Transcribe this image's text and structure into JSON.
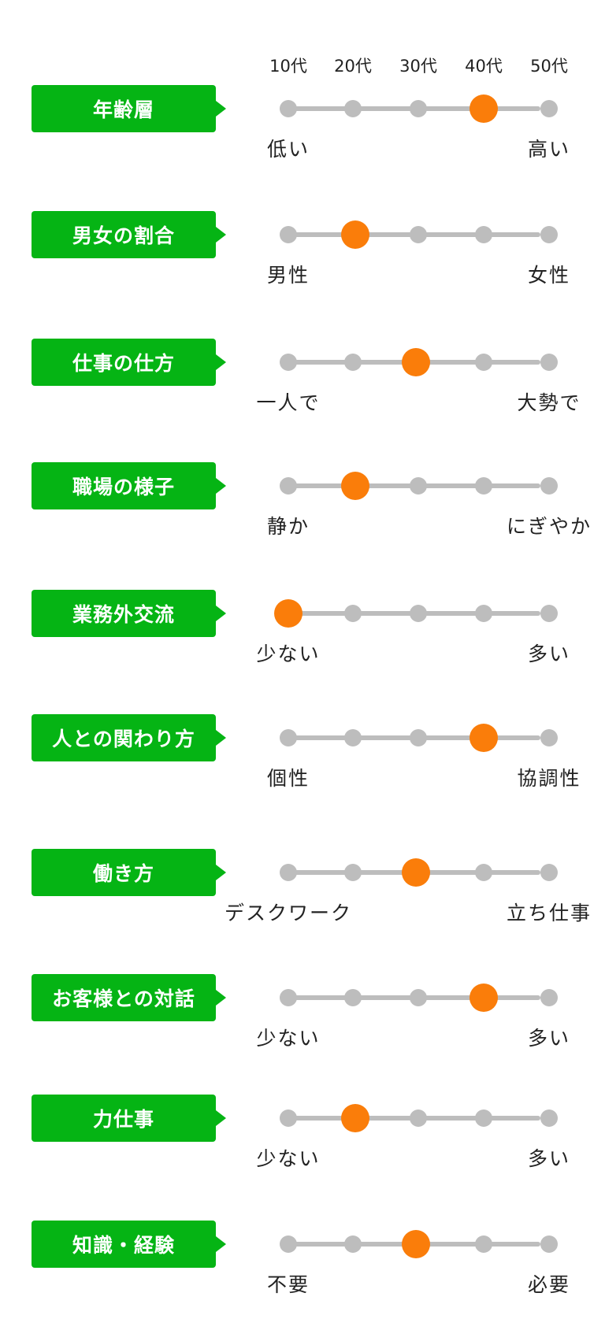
{
  "scale_ticks": [
    "10代",
    "20代",
    "30代",
    "40代",
    "50代"
  ],
  "accent_color": "#fa7d0a",
  "tag_color": "#05b414",
  "track_color": "#bdbdbd",
  "items": [
    {
      "label": "年齢層",
      "left": "低い",
      "right": "高い",
      "value": 4,
      "steps": 5
    },
    {
      "label": "男女の割合",
      "left": "男性",
      "right": "女性",
      "value": 2,
      "steps": 5
    },
    {
      "label": "仕事の仕方",
      "left": "一人で",
      "right": "大勢で",
      "value": 3,
      "steps": 5
    },
    {
      "label": "職場の様子",
      "left": "静か",
      "right": "にぎやか",
      "value": 2,
      "steps": 5
    },
    {
      "label": "業務外交流",
      "left": "少ない",
      "right": "多い",
      "value": 1,
      "steps": 5
    },
    {
      "label": "人との関わり方",
      "left": "個性",
      "right": "協調性",
      "value": 4,
      "steps": 5
    },
    {
      "label": "働き方",
      "left": "デスクワーク",
      "right": "立ち仕事",
      "value": 3,
      "steps": 5
    },
    {
      "label": "お客様との対話",
      "left": "少ない",
      "right": "多い",
      "value": 4,
      "steps": 5
    },
    {
      "label": "力仕事",
      "left": "少ない",
      "right": "多い",
      "value": 2,
      "steps": 5
    },
    {
      "label": "知識・経験",
      "left": "不要",
      "right": "必要",
      "value": 3,
      "steps": 5
    }
  ]
}
